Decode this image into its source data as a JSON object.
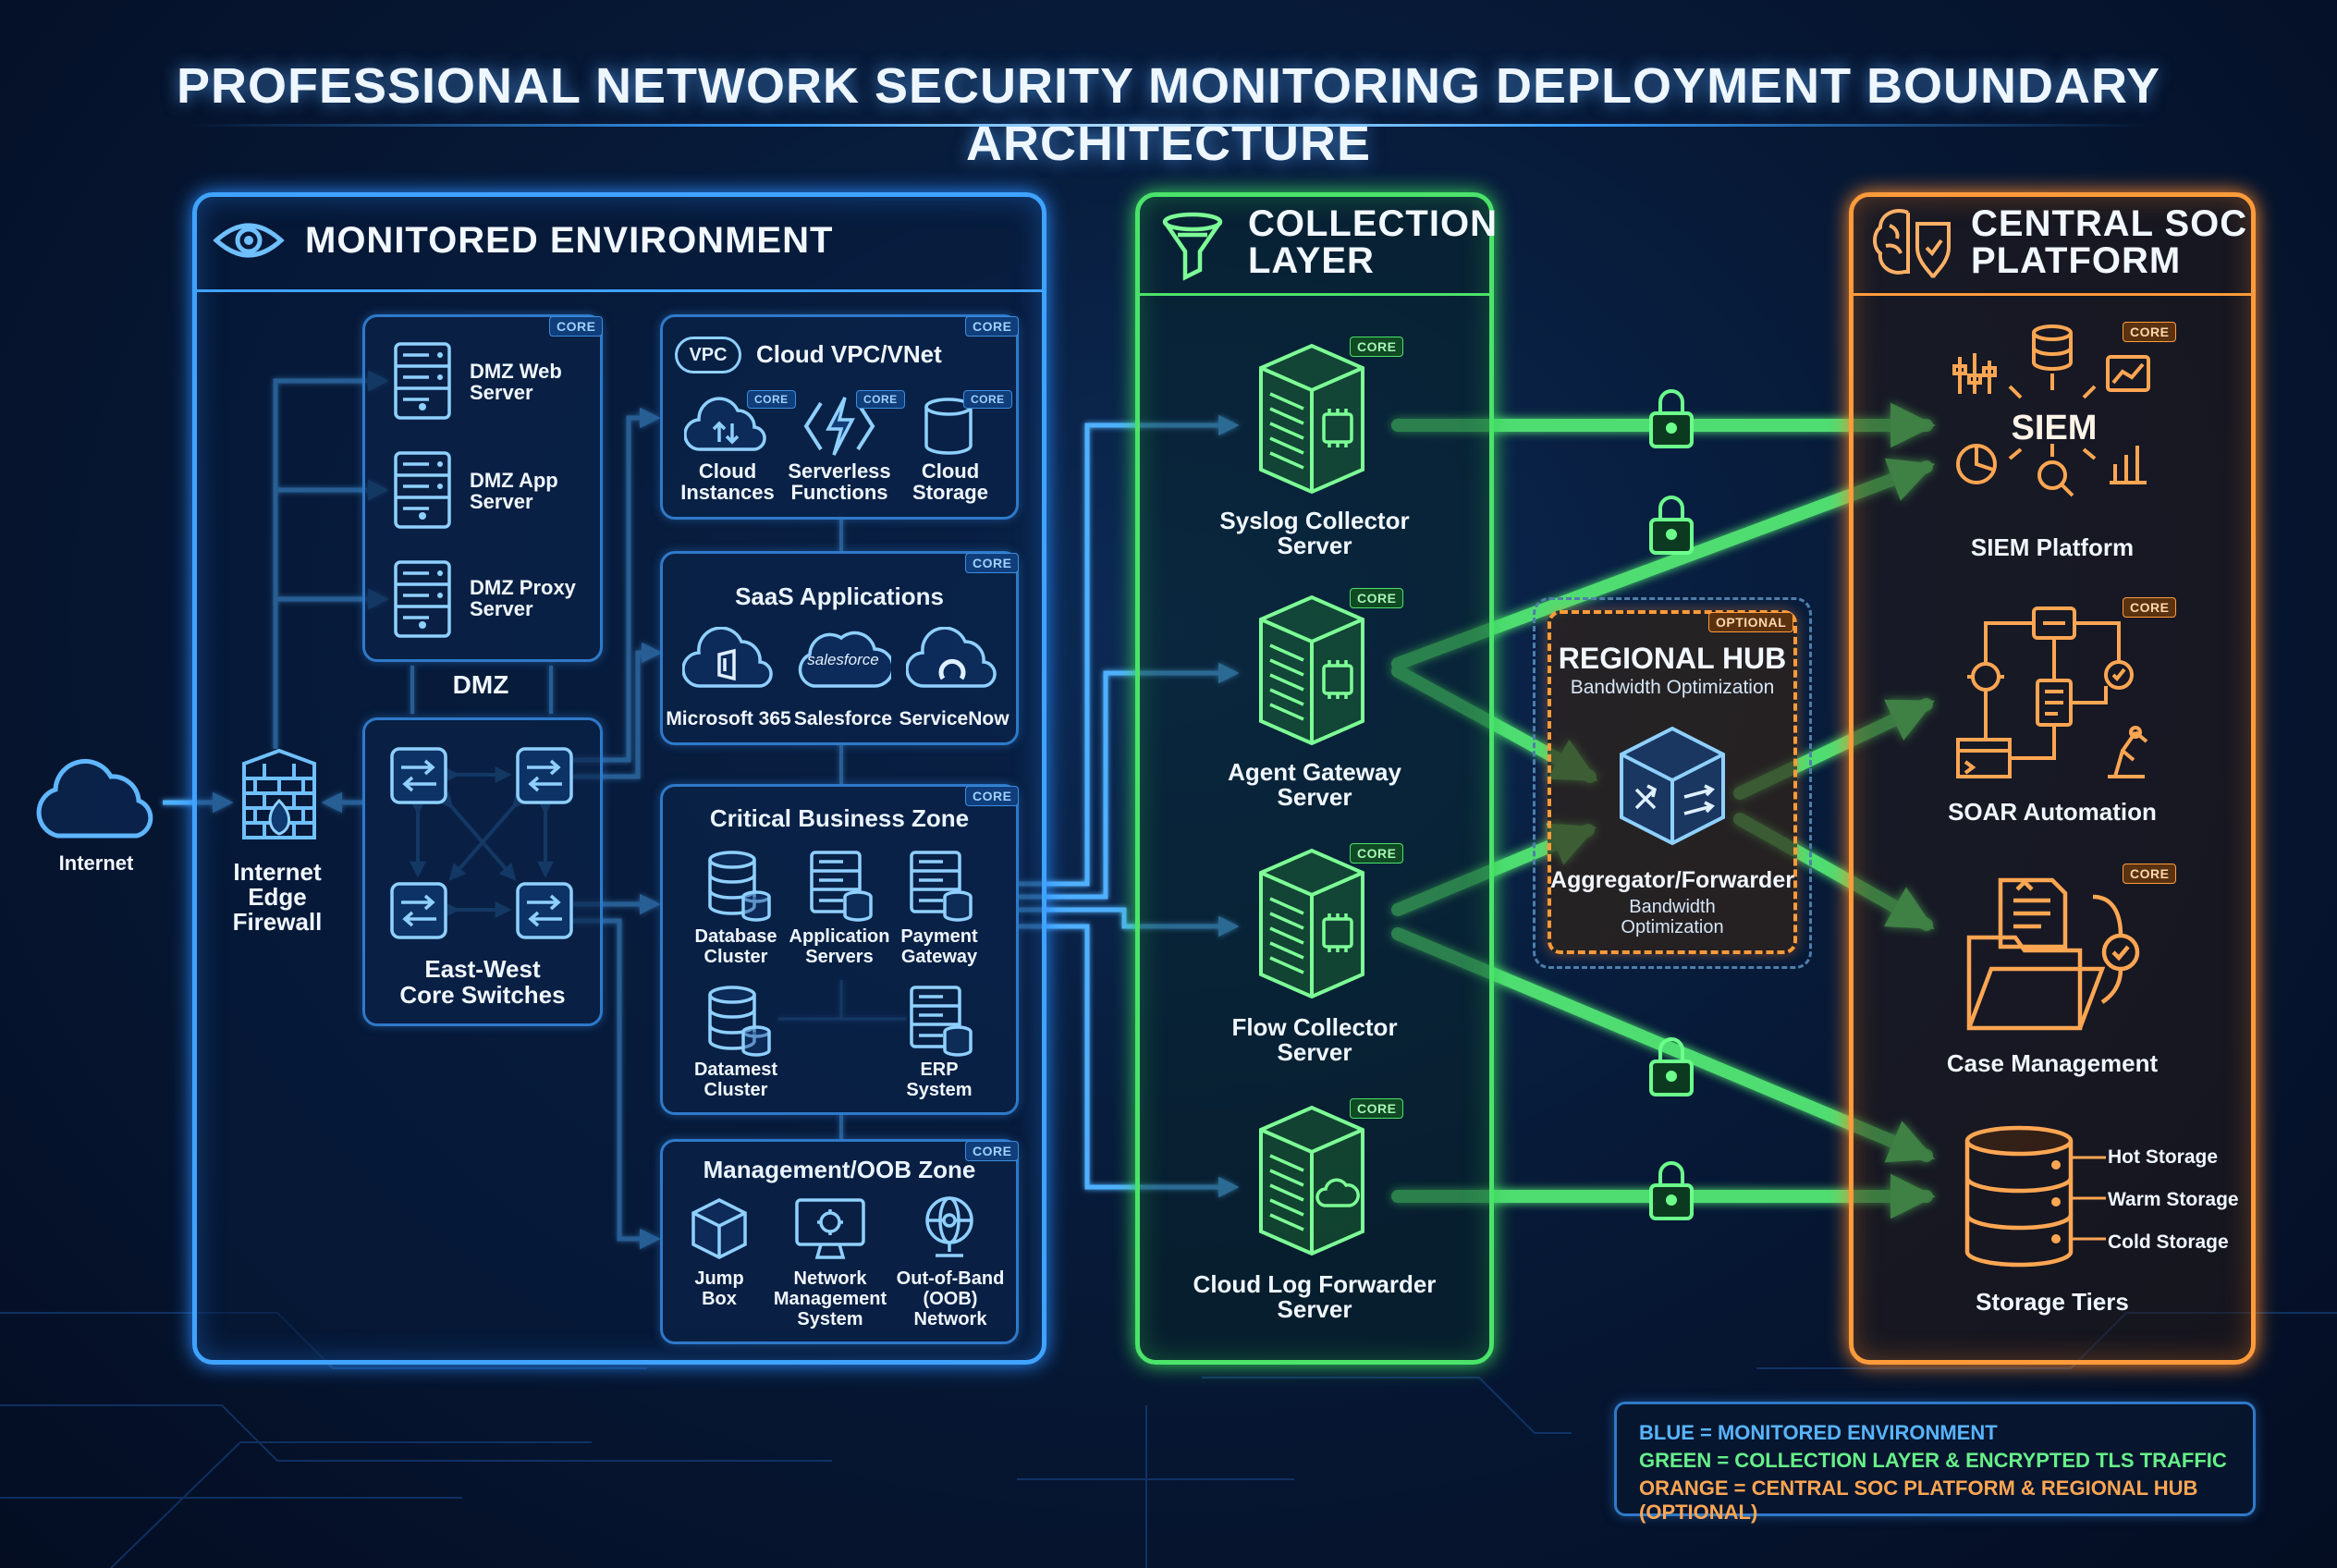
{
  "title": "PROFESSIONAL NETWORK SECURITY MONITORING DEPLOYMENT BOUNDARY ARCHITECTURE",
  "colors": {
    "blue": "#3fa3ff",
    "green": "#4be36a",
    "orange": "#ff9b3a"
  },
  "badges": {
    "core": "CORE",
    "optional": "OPTIONAL"
  },
  "monitored": {
    "title": "MONITORED ENVIRONMENT",
    "icon": "eye-icon",
    "internet": "Internet",
    "firewall": "Internet\nEdge\nFirewall",
    "dmz": {
      "label": "DMZ",
      "web": "DMZ Web\nServer",
      "app": "DMZ App\nServer",
      "proxy": "DMZ Proxy\nServer"
    },
    "core_switches": "East-West\nCore Switches",
    "cloud": {
      "title": "Cloud VPC/VNet",
      "vpc": "VPC",
      "instances": "Cloud\nInstances",
      "serverless": "Serverless\nFunctions",
      "storage": "Cloud\nStorage"
    },
    "saas": {
      "title": "SaaS Applications",
      "m365": "Microsoft 365",
      "salesforce": "Salesforce",
      "salesforce_logo": "salesforce",
      "servicenow": "ServiceNow"
    },
    "critical": {
      "title": "Critical Business Zone",
      "db": "Database\nCluster",
      "apps": "Application\nServers",
      "payment": "Payment\nGateway",
      "datamest": "Datamest\nCluster",
      "erp": "ERP\nSystem"
    },
    "mgmt": {
      "title": "Management/OOB Zone",
      "jump": "Jump\nBox",
      "nms": "Network\nManagement\nSystem",
      "oob": "Out-of-Band\n(OOB)\nNetwork"
    }
  },
  "collection": {
    "title": "COLLECTION\nLAYER",
    "icon": "funnel-icon",
    "syslog": "Syslog Collector\nServer",
    "agent": "Agent Gateway\nServer",
    "flow": "Flow Collector\nServer",
    "cloudlog": "Cloud Log Forwarder\nServer"
  },
  "hub": {
    "title": "REGIONAL HUB",
    "subtitle": "Bandwidth Optimization",
    "node": "Aggregator/Forwarder",
    "node_sub": "Bandwidth\nOptimization"
  },
  "soc": {
    "title": "CENTRAL SOC\nPLATFORM",
    "icon": "brain-shield-icon",
    "siem_center": "SIEM",
    "siem": "SIEM Platform",
    "soar": "SOAR Automation",
    "case": "Case Management",
    "storage": "Storage Tiers",
    "hot": "Hot Storage",
    "warm": "Warm Storage",
    "cold": "Cold Storage"
  },
  "legend": {
    "blue": "BLUE = MONITORED ENVIRONMENT",
    "green": "GREEN = COLLECTION LAYER & ENCRYPTED TLS TRAFFIC",
    "orange": "ORANGE = CENTRAL SOC PLATFORM & REGIONAL HUB (OPTIONAL)"
  }
}
